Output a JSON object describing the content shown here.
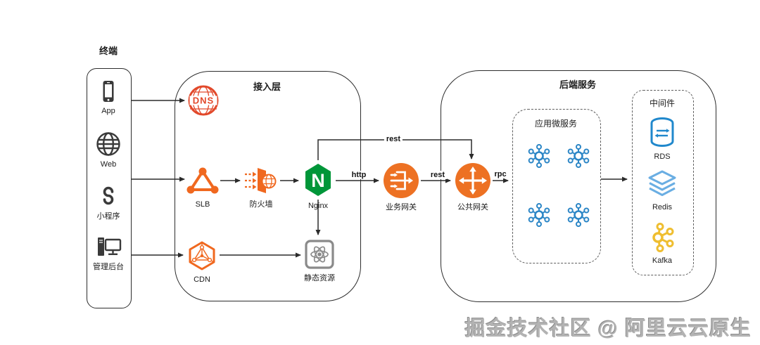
{
  "terminal": {
    "title": "终端",
    "items": [
      {
        "label": "App"
      },
      {
        "label": "Web"
      },
      {
        "label": "小程序"
      },
      {
        "label": "管理后台"
      }
    ]
  },
  "access": {
    "title": "接入层",
    "dns_text": "DNS",
    "nginx_letter": "N",
    "nodes": {
      "slb": "SLB",
      "firewall": "防火墙",
      "nginx": "Nginx",
      "cdn": "CDN",
      "static": "静态资源"
    }
  },
  "gateways": {
    "business": "业务网关",
    "public": "公共网关"
  },
  "edges": {
    "http": "http",
    "rest_top": "rest",
    "rest_mid": "rest",
    "rpc": "rpc"
  },
  "backend": {
    "title": "后端服务",
    "microservices_title": "应用微服务",
    "middleware": {
      "title": "中间件",
      "items": [
        {
          "label": "RDS"
        },
        {
          "label": "Redis"
        },
        {
          "label": "Kafka"
        }
      ]
    }
  },
  "watermark": "掘金技术社区 @ 阿里云云原生",
  "colors": {
    "orange": "#F0681F",
    "gw_orange": "#ED7123",
    "dns_red": "#E2492B",
    "nginx_green": "#009639",
    "blue": "#2C86C6",
    "rds_blue": "#2088CC",
    "redis_blue": "#6AAEE3",
    "kafka_gold": "#EFBE30",
    "gray": "#8A8A8A",
    "dark": "#3A3A3A",
    "line": "#2B2B2B"
  }
}
